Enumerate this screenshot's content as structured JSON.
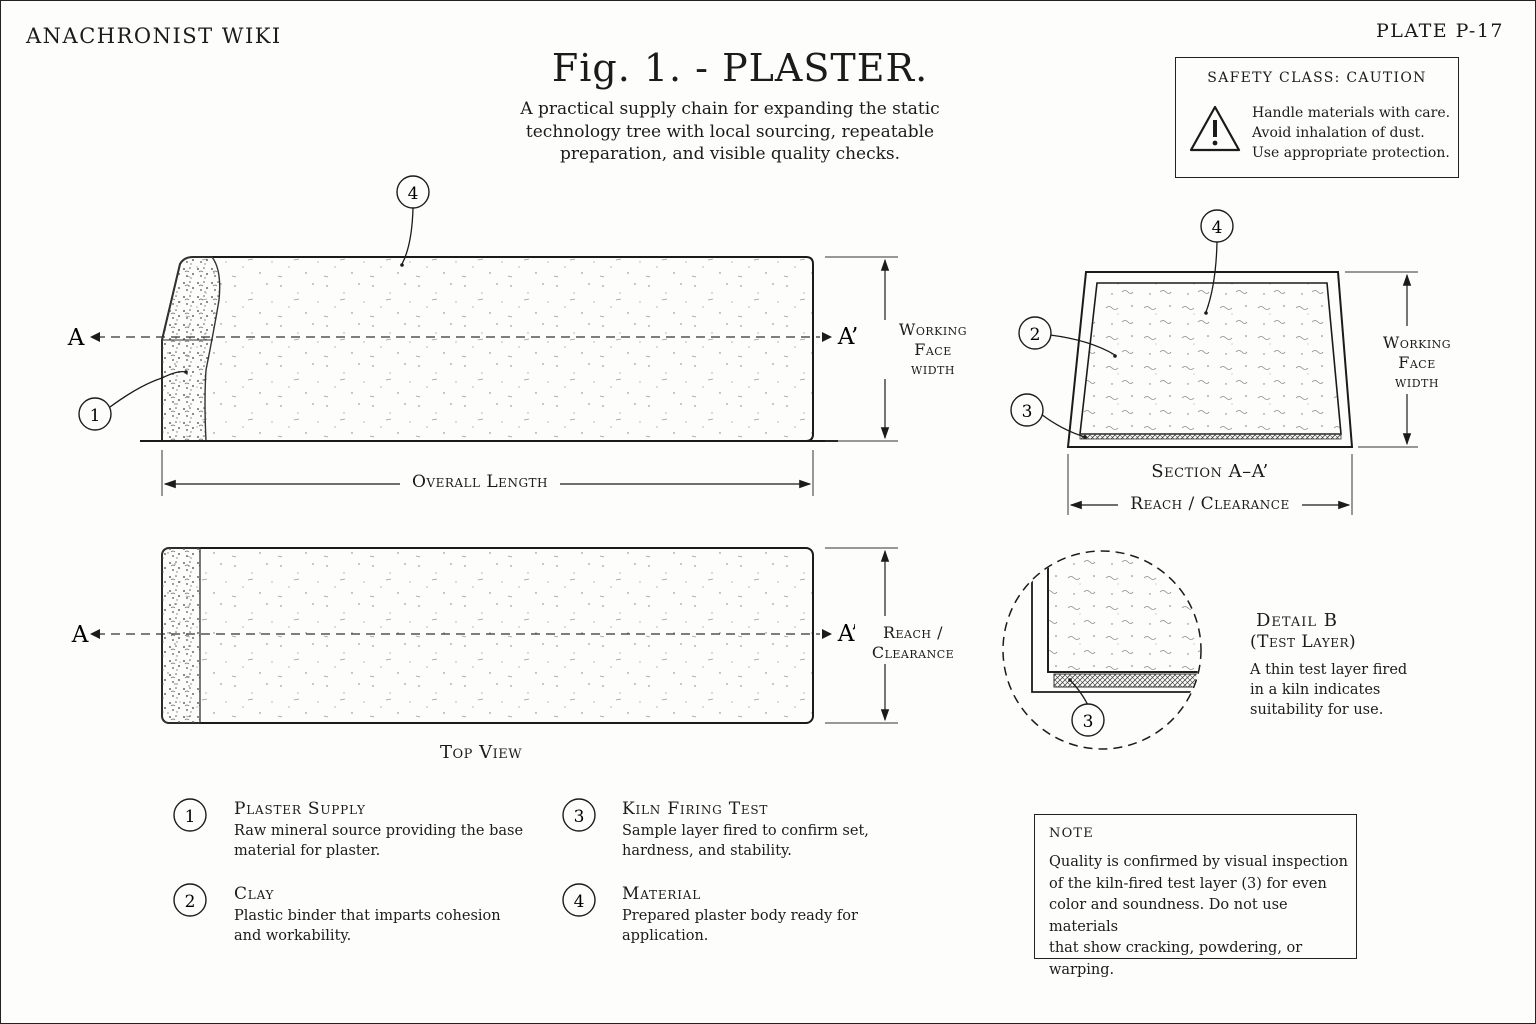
{
  "header": {
    "site_name": "ANACHRONIST WIKI",
    "plate_id": "PLATE P-17",
    "title": "Fig. 1. - PLASTER.",
    "subtitle_lines": [
      "A practical supply chain for expanding the static",
      "technology tree with local sourcing, repeatable",
      "preparation, and visible quality checks."
    ]
  },
  "safety": {
    "title": "SAFETY CLASS: CAUTION",
    "icon": "warning-triangle-icon",
    "lines": [
      "Handle materials with care.",
      "Avoid inhalation of dust.",
      "Use appropriate protection."
    ]
  },
  "side_view": {
    "section_mark_left": "A",
    "section_mark_right": "A’",
    "callout_1": "1",
    "callout_4": "4",
    "height_label": [
      "Working",
      "Face",
      "width"
    ],
    "length_label": "Overall Length"
  },
  "top_view": {
    "section_mark_left": "A",
    "section_mark_right": "A’",
    "width_label": [
      "Reach /",
      "Clearance"
    ],
    "view_label": "Top View"
  },
  "section_view": {
    "callout_2": "2",
    "callout_3": "3",
    "callout_4": "4",
    "height_label": [
      "Working",
      "Face",
      "width"
    ],
    "view_label": "Section A–A’",
    "width_label": "Reach / Clearance"
  },
  "detail": {
    "callout": "3",
    "title": "Detail B",
    "subtitle": "(Test Layer)",
    "lines": [
      "A thin test layer fired",
      "in a kiln indicates",
      "suitability for use."
    ]
  },
  "legend": [
    {
      "num": "1",
      "title": "Plaster Supply",
      "lines": [
        "Raw mineral source providing the base",
        "material for plaster."
      ]
    },
    {
      "num": "2",
      "title": "Clay",
      "lines": [
        "Plastic binder that imparts cohesion",
        "and workability."
      ]
    },
    {
      "num": "3",
      "title": "Kiln Firing Test",
      "lines": [
        "Sample layer fired to confirm set,",
        "hardness, and stability."
      ]
    },
    {
      "num": "4",
      "title": "Material",
      "lines": [
        "Prepared plaster body ready for",
        "application."
      ]
    }
  ],
  "note": {
    "title": "NOTE",
    "lines": [
      "Quality is confirmed by visual inspection",
      "of the kiln-fired test layer (3) for even",
      "color and soundness. Do not use materials",
      "that show cracking, powdering, or warping."
    ]
  }
}
